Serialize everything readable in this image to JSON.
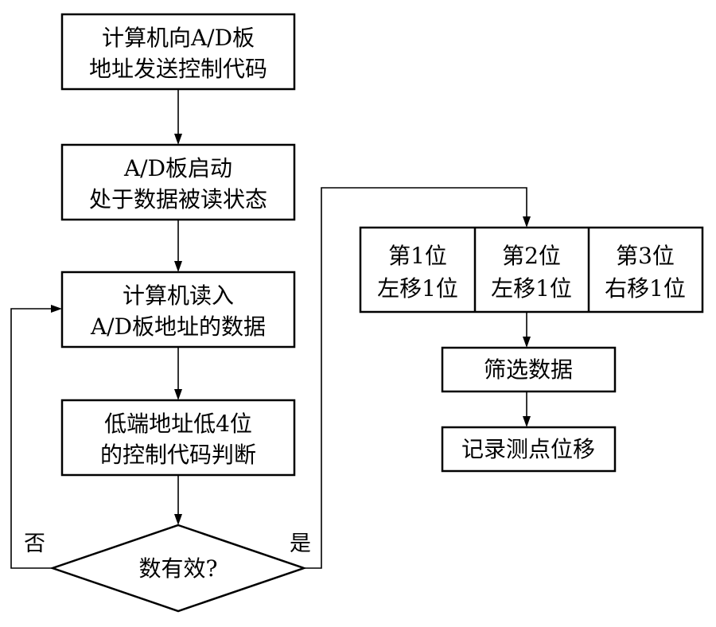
{
  "left_column": {
    "step1": {
      "line1": "计算机向A/D板",
      "line2": "地址发送控制代码"
    },
    "step2": {
      "line1": "A/D板启动",
      "line2": "处于数据被读状态"
    },
    "step3": {
      "line1": "计算机读入",
      "line2": "A/D板地址的数据"
    },
    "step4": {
      "line1": "低端地址低4位",
      "line2": "的控制代码判断"
    },
    "decision": {
      "label": "数有效?"
    }
  },
  "branches": {
    "no": "否",
    "yes": "是"
  },
  "right_column": {
    "cells": [
      {
        "line1": "第1位",
        "line2": "左移1位"
      },
      {
        "line1": "第2位",
        "line2": "左移1位"
      },
      {
        "line1": "第3位",
        "line2": "右移1位"
      }
    ],
    "filter": {
      "label": "筛选数据"
    },
    "record": {
      "label": "记录测点位移"
    }
  }
}
